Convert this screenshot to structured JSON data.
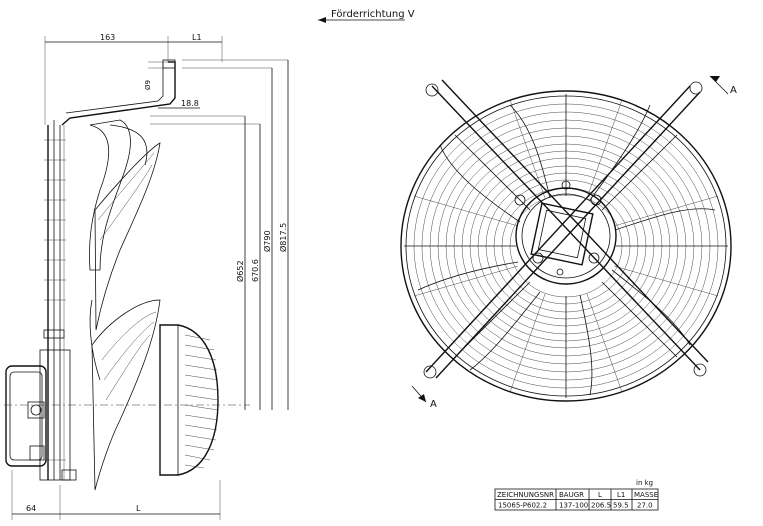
{
  "flow_label": "Förderrichtung V",
  "dimensions": {
    "width_163": "163",
    "l1_top": "L1",
    "dia_9": "Ø9",
    "d_18_8": "18.8",
    "dia_652": "Ø652",
    "d_670_6": "670.6",
    "dia_790": "Ø790",
    "dia_817_5": "Ø817.5",
    "d_64": "64",
    "l_bottom": "L"
  },
  "section_marks": {
    "top": "A",
    "bottom": "A"
  },
  "table": {
    "unit": "in kg",
    "headers": [
      "ZEICHNUNGSNR",
      "BAUGR",
      "L",
      "L1",
      "MASSE"
    ],
    "row": [
      "15065-P602.2",
      "137-100",
      "206.5",
      "59.5",
      "27.0"
    ]
  }
}
